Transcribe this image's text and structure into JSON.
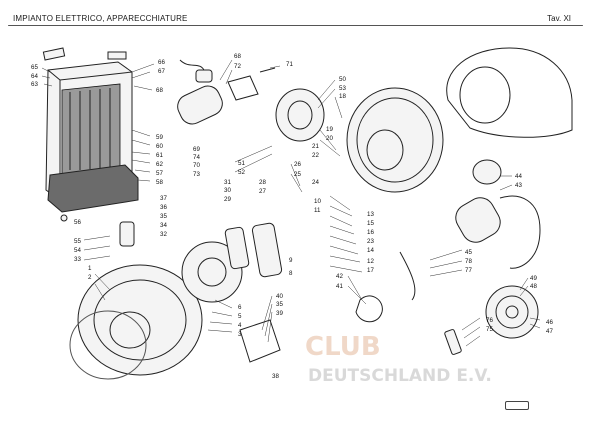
{
  "header": {
    "title": "IMPIANTO ELETTRICO, APPARECCHIATURE",
    "plate": "Tav. XI"
  },
  "watermark": {
    "line1": "CLUB",
    "line2": "DEUTSCHLAND E.V."
  },
  "callouts": [
    "65",
    "64",
    "63",
    "66",
    "67",
    "68",
    "59",
    "60",
    "61",
    "62",
    "57",
    "58",
    "68",
    "72",
    "71",
    "69",
    "74",
    "70",
    "73",
    "50",
    "53",
    "18",
    "19",
    "20",
    "21",
    "22",
    "24",
    "51",
    "52",
    "26",
    "25",
    "28",
    "27",
    "31",
    "30",
    "29",
    "9",
    "8",
    "10",
    "11",
    "13",
    "15",
    "16",
    "23",
    "14",
    "12",
    "17",
    "44",
    "43",
    "49",
    "48",
    "46",
    "47",
    "56",
    "37",
    "36",
    "35",
    "34",
    "32",
    "55",
    "54",
    "33",
    "1",
    "2",
    "6",
    "5",
    "4",
    "3",
    "40",
    "35",
    "39",
    "38",
    "42",
    "41",
    "45",
    "78",
    "77",
    "76",
    "75"
  ]
}
